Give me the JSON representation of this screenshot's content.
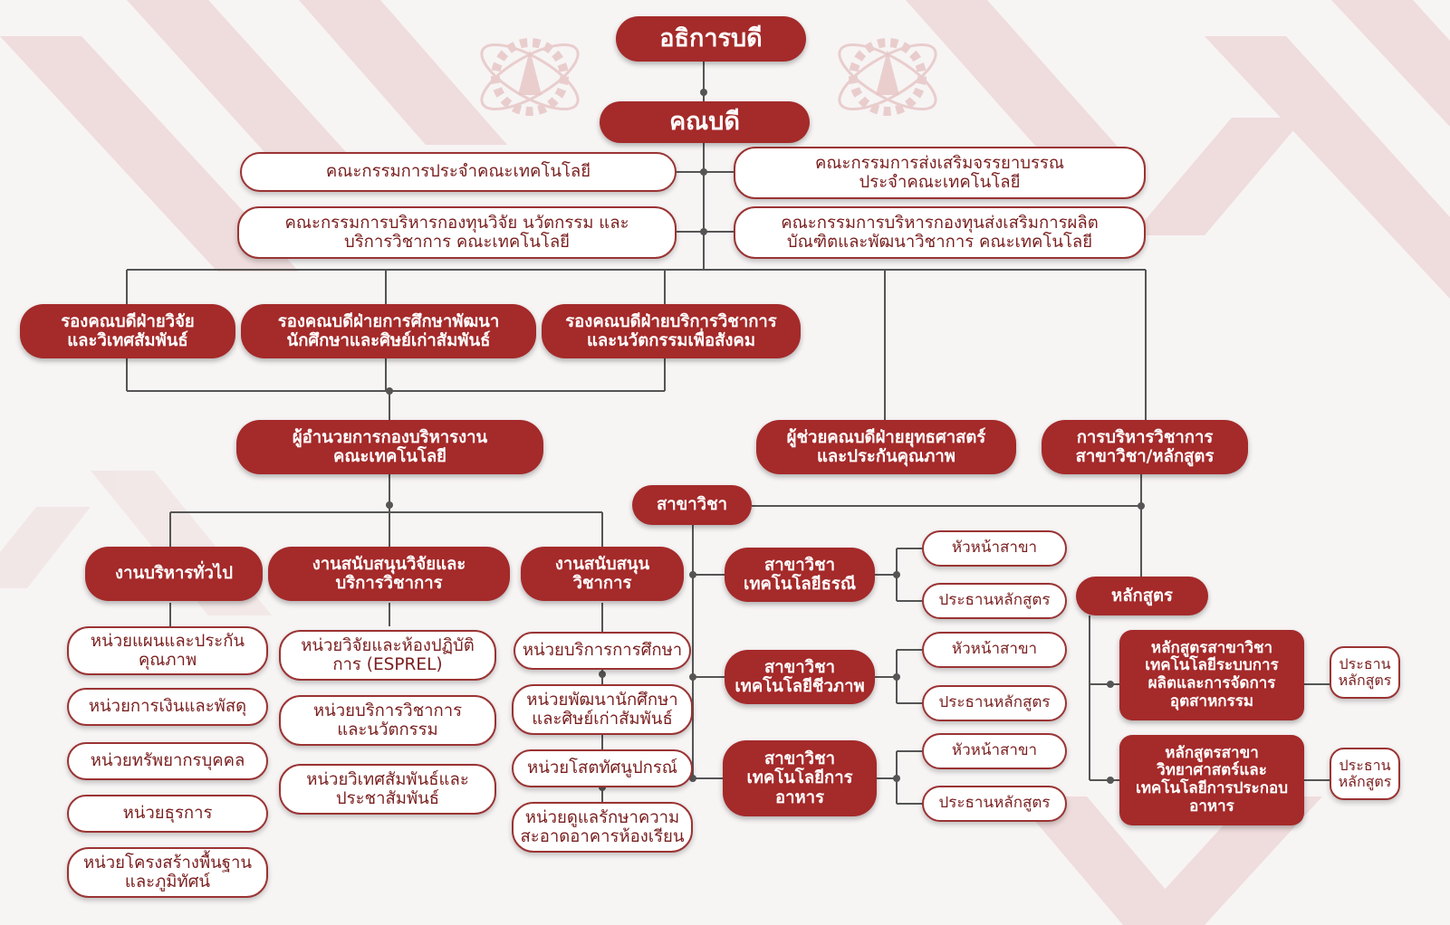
{
  "top": {
    "dean_of_university": "อธิการบดี",
    "dean": "คณบดี"
  },
  "committees": [
    "คณะกรรมการประจำคณะเทคโนโลยี",
    "คณะกรรมการส่งเสริมจรรยาบรรณ\nประจำคณะเทคโนโลยี",
    "คณะกรรมการบริหารกองทุนวิจัย นวัตกรรม และ\nบริการวิชาการ คณะเทคโนโลยี",
    "คณะกรรมการบริหารกองทุนส่งเสริมการผลิต\nบัณฑิตและพัฒนาวิชาการ คณะเทคโนโลยี"
  ],
  "vice_deans": [
    "รองคณบดีฝ่ายวิจัย\nและวิเทศสัมพันธ์",
    "รองคณบดีฝ่ายการศึกษาพัฒนา\nนักศึกษาและศิษย์เก่าสัมพันธ์",
    "รองคณบดีฝ่ายบริการวิชาการ\nและนวัตกรรมเพื่อสังคม"
  ],
  "director": "ผู้อำนวยการกองบริหารงาน\nคณะเทคโนโลยี",
  "assistant_dean": "ผู้ช่วยคณบดีฝ่ายยุทธศาสตร์\nและประกันคุณภาพ",
  "academic_admin": "การบริหารวิชาการ\nสาขาวิชา/หลักสูตร",
  "sections": [
    {
      "title": "งานบริหารทั่วไป",
      "units": [
        "หน่วยแผนและประกัน\nคุณภาพ",
        "หน่วยการเงินและพัสดุ",
        "หน่วยทรัพยากรบุคคล",
        "หน่วยธุรการ",
        "หน่วยโครงสร้างพื้นฐาน\nและภูมิทัศน์"
      ]
    },
    {
      "title": "งานสนับสนุนวิจัยและ\nบริการวิชาการ",
      "units": [
        "หน่วยวิจัยและห้องปฏิบัติ\nการ (ESPREL)",
        "หน่วยบริการวิชาการ\nและนวัตกรรม",
        "หน่วยวิเทศสัมพันธ์และ\nประชาสัมพันธ์"
      ]
    },
    {
      "title": "งานสนับสนุน\nวิชาการ",
      "units": [
        "หน่วยบริการการศึกษา",
        "หน่วยพัฒนานักศึกษา\nและศิษย์เก่าสัมพันธ์",
        "หน่วยโสตทัศนูปกรณ์",
        "หน่วยดูแลรักษาความ\nสะอาดอาคารห้องเรียน"
      ]
    }
  ],
  "department_header": "สาขาวิชา",
  "departments": [
    {
      "name": "สาขาวิชา\nเทคโนโลยีธรณี",
      "head": "หัวหน้าสาขา",
      "chair": "ประธานหลักสูตร"
    },
    {
      "name": "สาขาวิชา\nเทคโนโลยีชีวภาพ",
      "head": "หัวหน้าสาขา",
      "chair": "ประธานหลักสูตร"
    },
    {
      "name": "สาขาวิชา\nเทคโนโลยีการ\nอาหาร",
      "head": "หัวหน้าสาขา",
      "chair": "ประธานหลักสูตร"
    }
  ],
  "curriculum_header": "หลักสูตร",
  "curricula": [
    {
      "name": "หลักสูตรสาขาวิชา\nเทคโนโลยีระบบการ\nผลิตและการจัดการ\nอุตสาหกรรม",
      "chair": "ประธาน\nหลักสูตร"
    },
    {
      "name": "หลักสูตรสาขา\nวิทยาศาสตร์และ\nเทคโนโลยีการประกอบ\nอาหาร",
      "chair": "ประธาน\nหลักสูตร"
    }
  ],
  "colors": {
    "primary": "#a52a2a",
    "line": "#555555",
    "outline": "#9b3333"
  }
}
